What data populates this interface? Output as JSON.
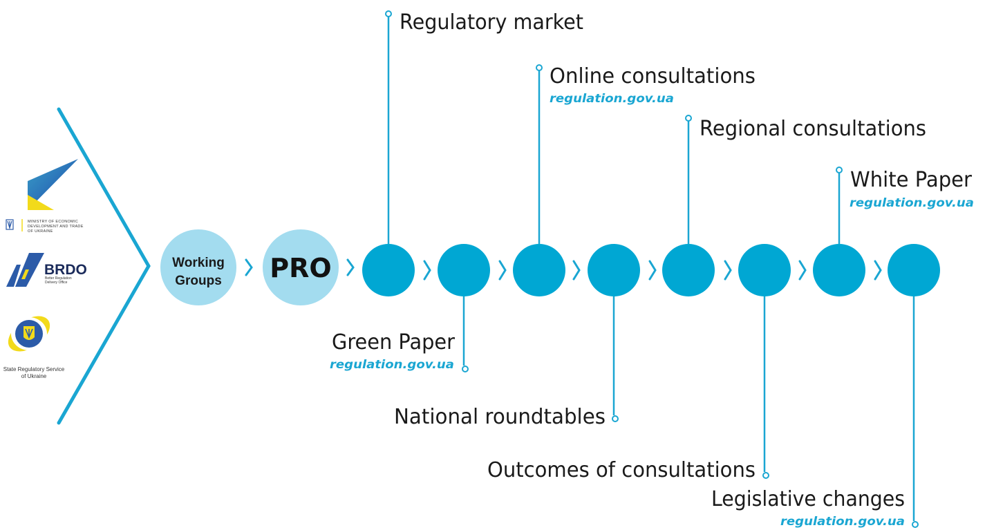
{
  "colors": {
    "accent": "#00A7D3",
    "light_circle": "#A3DCEF",
    "url_text": "#1AA6D2",
    "line": "#1AA6D2",
    "logo_blue": "#2C5BA8",
    "logo_yellow": "#F2DA1B"
  },
  "logos": {
    "ministry": {
      "line1": "MINISTRY OF ECONOMIC",
      "line2": "DEVELOPMENT AND TRADE",
      "line3": "OF UKRAINE"
    },
    "brdo": {
      "name": "BRDO",
      "sub1": "Better Regulation",
      "sub2": "Delivery Office"
    },
    "regulatory_service": {
      "line1": "State Regulatory Service",
      "line2": "of Ukraine"
    }
  },
  "process": {
    "working_groups": {
      "line1": "Working",
      "line2": "Groups"
    },
    "pro": "PRO"
  },
  "steps_above": {
    "regulatory_market": {
      "label": "Regulatory market"
    },
    "online_consultations": {
      "label": "Online consultations",
      "url": "regulation.gov.ua"
    },
    "regional_consultations": {
      "label": "Regional consultations"
    },
    "white_paper": {
      "label": "White Paper",
      "url": "regulation.gov.ua"
    }
  },
  "steps_below": {
    "green_paper": {
      "label": "Green Paper",
      "url": "regulation.gov.ua"
    },
    "national_roundtables": {
      "label": "National roundtables"
    },
    "outcomes": {
      "label": "Outcomes of consultations"
    },
    "legislative_changes": {
      "label": "Legislative changes",
      "url": "regulation.gov.ua"
    }
  }
}
